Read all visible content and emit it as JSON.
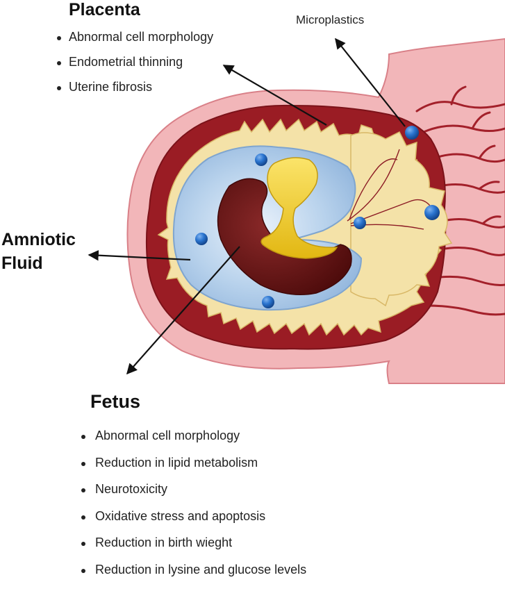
{
  "placenta": {
    "title": "Placenta",
    "items": [
      "Abnormal cell morphology",
      "Endometrial thinning",
      "Uterine fibrosis"
    ]
  },
  "microplastics_label": "Microplastics",
  "amniotic": {
    "line1": "Amniotic",
    "line2": "Fluid"
  },
  "fetus": {
    "title": "Fetus",
    "items": [
      "Abnormal cell morphology",
      "Reduction in lipid metabolism",
      "Neurotoxicity",
      "Oxidative stress and apoptosis",
      "Reduction in birth wieght",
      "Reduction in lysine and glucose levels"
    ]
  },
  "colors": {
    "uterus_outer": "#f2b6b9",
    "uterus_border": "#d98088",
    "endometrium": "#9a1c24",
    "villi": "#f4e2a8",
    "amniotic_sac": "#a9c8e6",
    "fetus_body": "#6b1515",
    "yolk_sac": "#f5d329",
    "microplastic": "#1f68c4",
    "arrow": "#111111"
  },
  "icons": [
    "microplastic-bead-icon",
    "arrow-icon"
  ]
}
